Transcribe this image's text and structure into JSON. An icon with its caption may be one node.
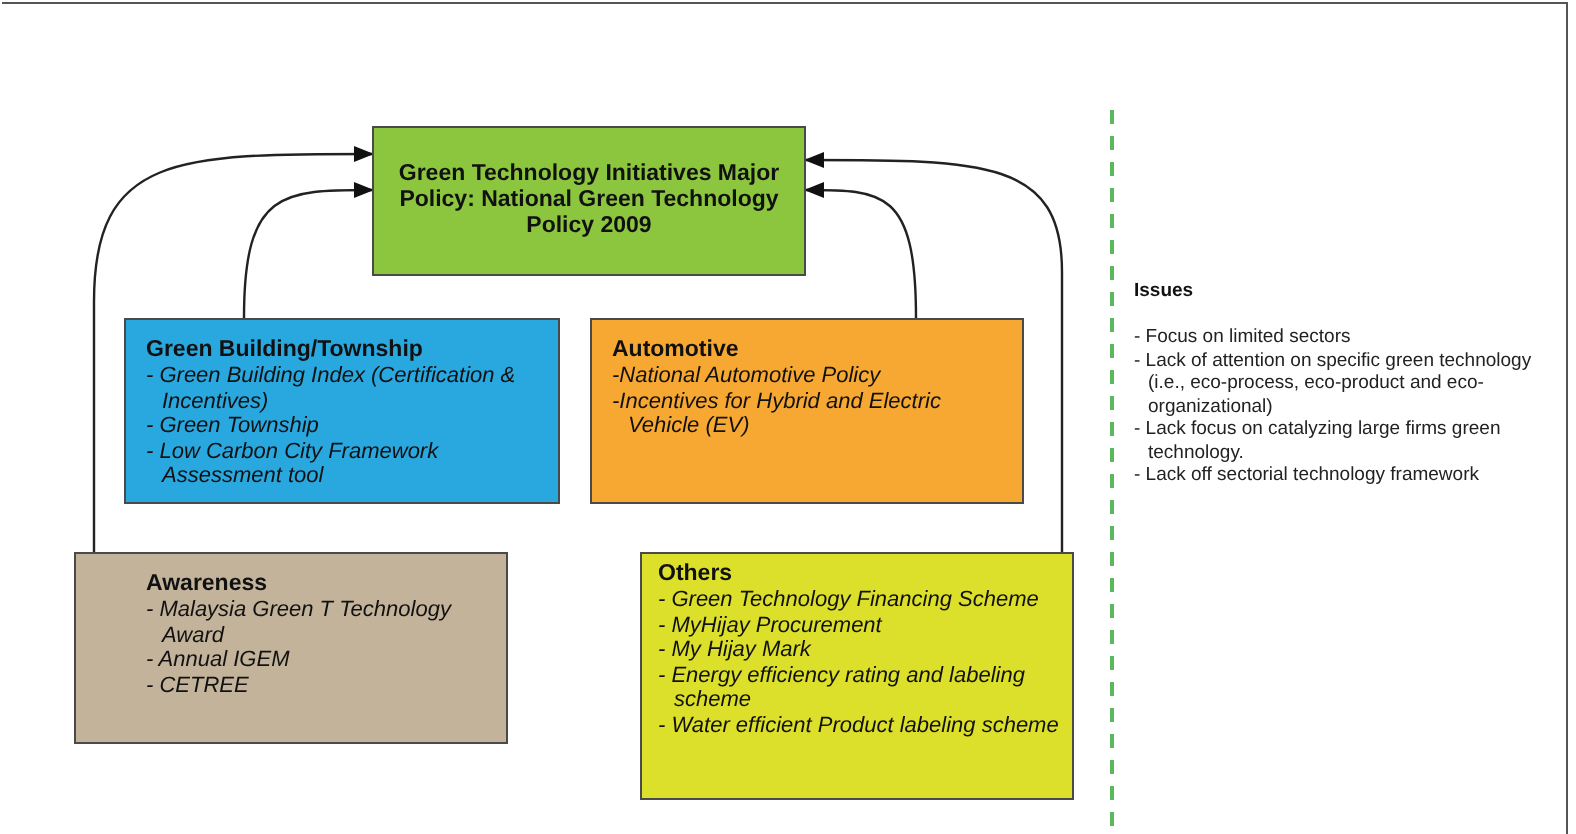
{
  "diagram": {
    "nodes": [
      {
        "text": [
          "Green Technology Initiatives Major Policy: National Green Technology Policy 2009"
        ]
      },
      {
        "text": [
          "Green Building/Township",
          "- Green Building Index (Certification & Incentives)",
          "- Green Township",
          "- Low Carbon City Framework Assessment tool"
        ]
      },
      {
        "text": [
          "Automotive",
          "-National Automotive Policy",
          "-Incentives for Hybrid and Electric Vehicle (EV)"
        ]
      },
      {
        "text": [
          "Awareness",
          "- Malaysia Green T Technology Award",
          "- Annual IGEM",
          "- CETREE"
        ]
      },
      {
        "text": [
          "Others",
          "- Green Technology Financing Scheme",
          "- MyHijay Procurement",
          "- My Hijay Mark",
          "- Energy efficiency rating and labeling scheme",
          "- Water efficient Product labeling scheme"
        ]
      }
    ],
    "edges": [
      {
        "from": 3,
        "to": 0,
        "arrow": "to"
      },
      {
        "from": 1,
        "to": 0,
        "arrow": "to"
      },
      {
        "from": 2,
        "to": 0,
        "arrow": "to"
      },
      {
        "from": 4,
        "to": 0,
        "arrow": "to"
      }
    ],
    "labels": [
      "Issues",
      "- Focus on limited sectors",
      "- Lack of attention on specific green technology (i.e., eco-process, eco-product and eco-organizational)",
      "- Lack focus on catalyzing large firms green technology.",
      "- Lack off sectorial technology framework"
    ]
  }
}
